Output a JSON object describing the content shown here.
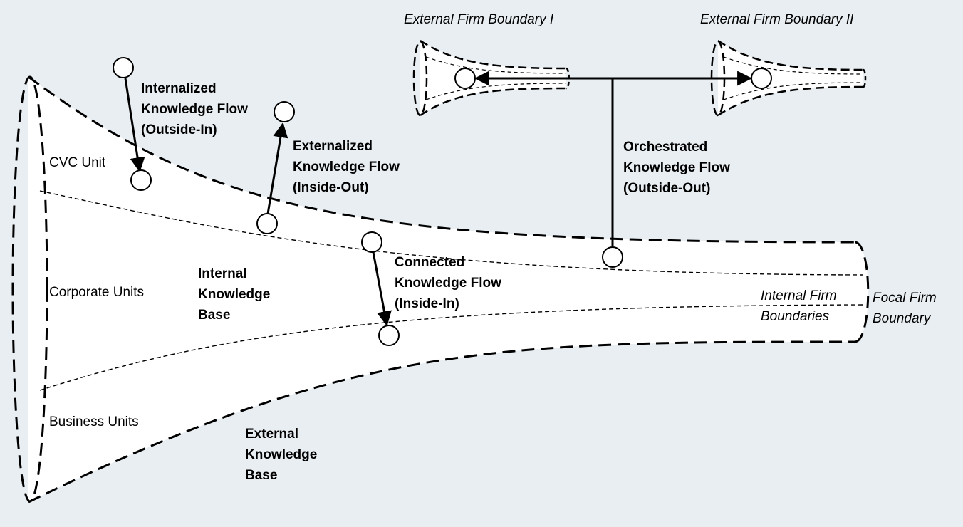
{
  "colors": {
    "background": "#e9eef2",
    "funnel_fill": "#ffffff",
    "stroke": "#000000"
  },
  "labels": {
    "external_boundary_1": "External Firm Boundary I",
    "external_boundary_2": "External Firm Boundary II",
    "internalized_flow": "Internalized\nKnowledge Flow\n(Outside-In)",
    "externalized_flow": "Externalized\nKnowledge Flow\n(Inside-Out)",
    "orchestrated_flow": "Orchestrated\nKnowledge Flow\n(Outside-Out)",
    "connected_flow": "Connected\nKnowledge Flow\n(Inside-In)",
    "cvc_unit": "CVC Unit",
    "corporate_units": "Corporate Units",
    "business_units": "Business Units",
    "internal_knowledge_base": "Internal\nKnowledge\nBase",
    "external_knowledge_base": "External\nKnowledge\nBase",
    "internal_firm_boundaries": "Internal Firm\nBoundaries",
    "focal_firm_boundary": "Focal Firm\nBoundary"
  }
}
